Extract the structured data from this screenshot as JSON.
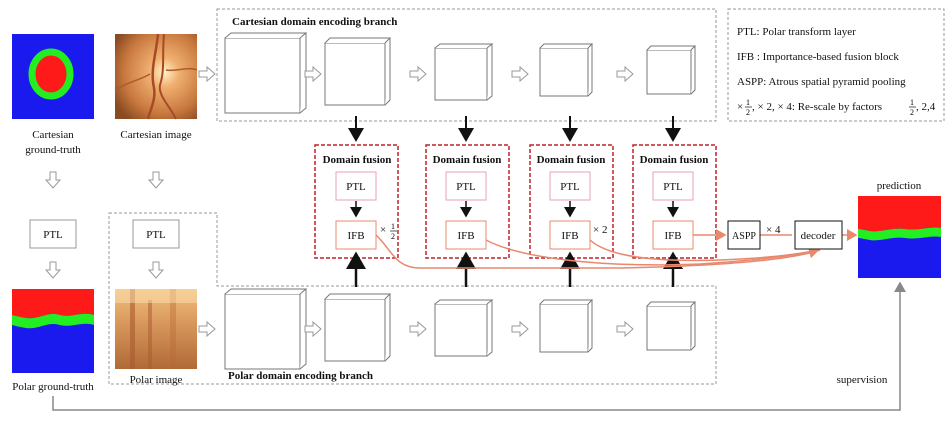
{
  "branches": {
    "cartesian_title": "Cartesian domain encoding branch",
    "polar_title": "Polar domain encoding branch"
  },
  "inputs": {
    "cartesian_gt_line1": "Cartesian",
    "cartesian_gt_line2": "ground-truth",
    "cartesian_image": "Cartesian image",
    "polar_gt": "Polar ground-truth",
    "polar_image": "Polar image"
  },
  "blocks": {
    "ptl": "PTL",
    "ifb": "IFB",
    "aspp": "ASPP",
    "decoder": "decoder"
  },
  "fusion": {
    "title": "Domain fusion",
    "scale_half_prefix": "×",
    "scale_half_num": "1",
    "scale_half_den": "2",
    "scale_2": "× 2",
    "scale_4": "× 4"
  },
  "output": {
    "prediction": "prediction",
    "supervision": "supervision"
  },
  "legend": {
    "ptl": "PTL: Polar transform layer",
    "ifb": "IFB : Importance-based fusion block",
    "aspp": "ASPP: Atrous spatial pyramid pooling",
    "rescale_a": ", × 2, × 4: Re-scale by factors",
    "rescale_b": ", 2,4"
  },
  "colors": {
    "fusion_border": "#c0202a",
    "ifb_border": "#e8896e",
    "ptl_border": "#e8a0b0",
    "gt_blue": "#1a1aee",
    "gt_green": "#22ee22",
    "gt_red": "#ff1a1a",
    "gray_line": "#999999"
  }
}
